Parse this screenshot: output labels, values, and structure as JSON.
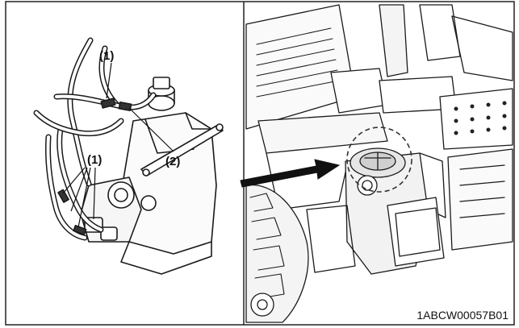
{
  "figure": {
    "left_panel": {
      "callouts": [
        {
          "id": "hose-1-top",
          "label": "(1)"
        },
        {
          "id": "clamp-2",
          "label": "(2)"
        },
        {
          "id": "hose-1-bottom",
          "label": "(1)"
        }
      ]
    },
    "right_panel": {
      "arrow": "right-arrow"
    },
    "figure_code": "1ABCW00057B01"
  }
}
